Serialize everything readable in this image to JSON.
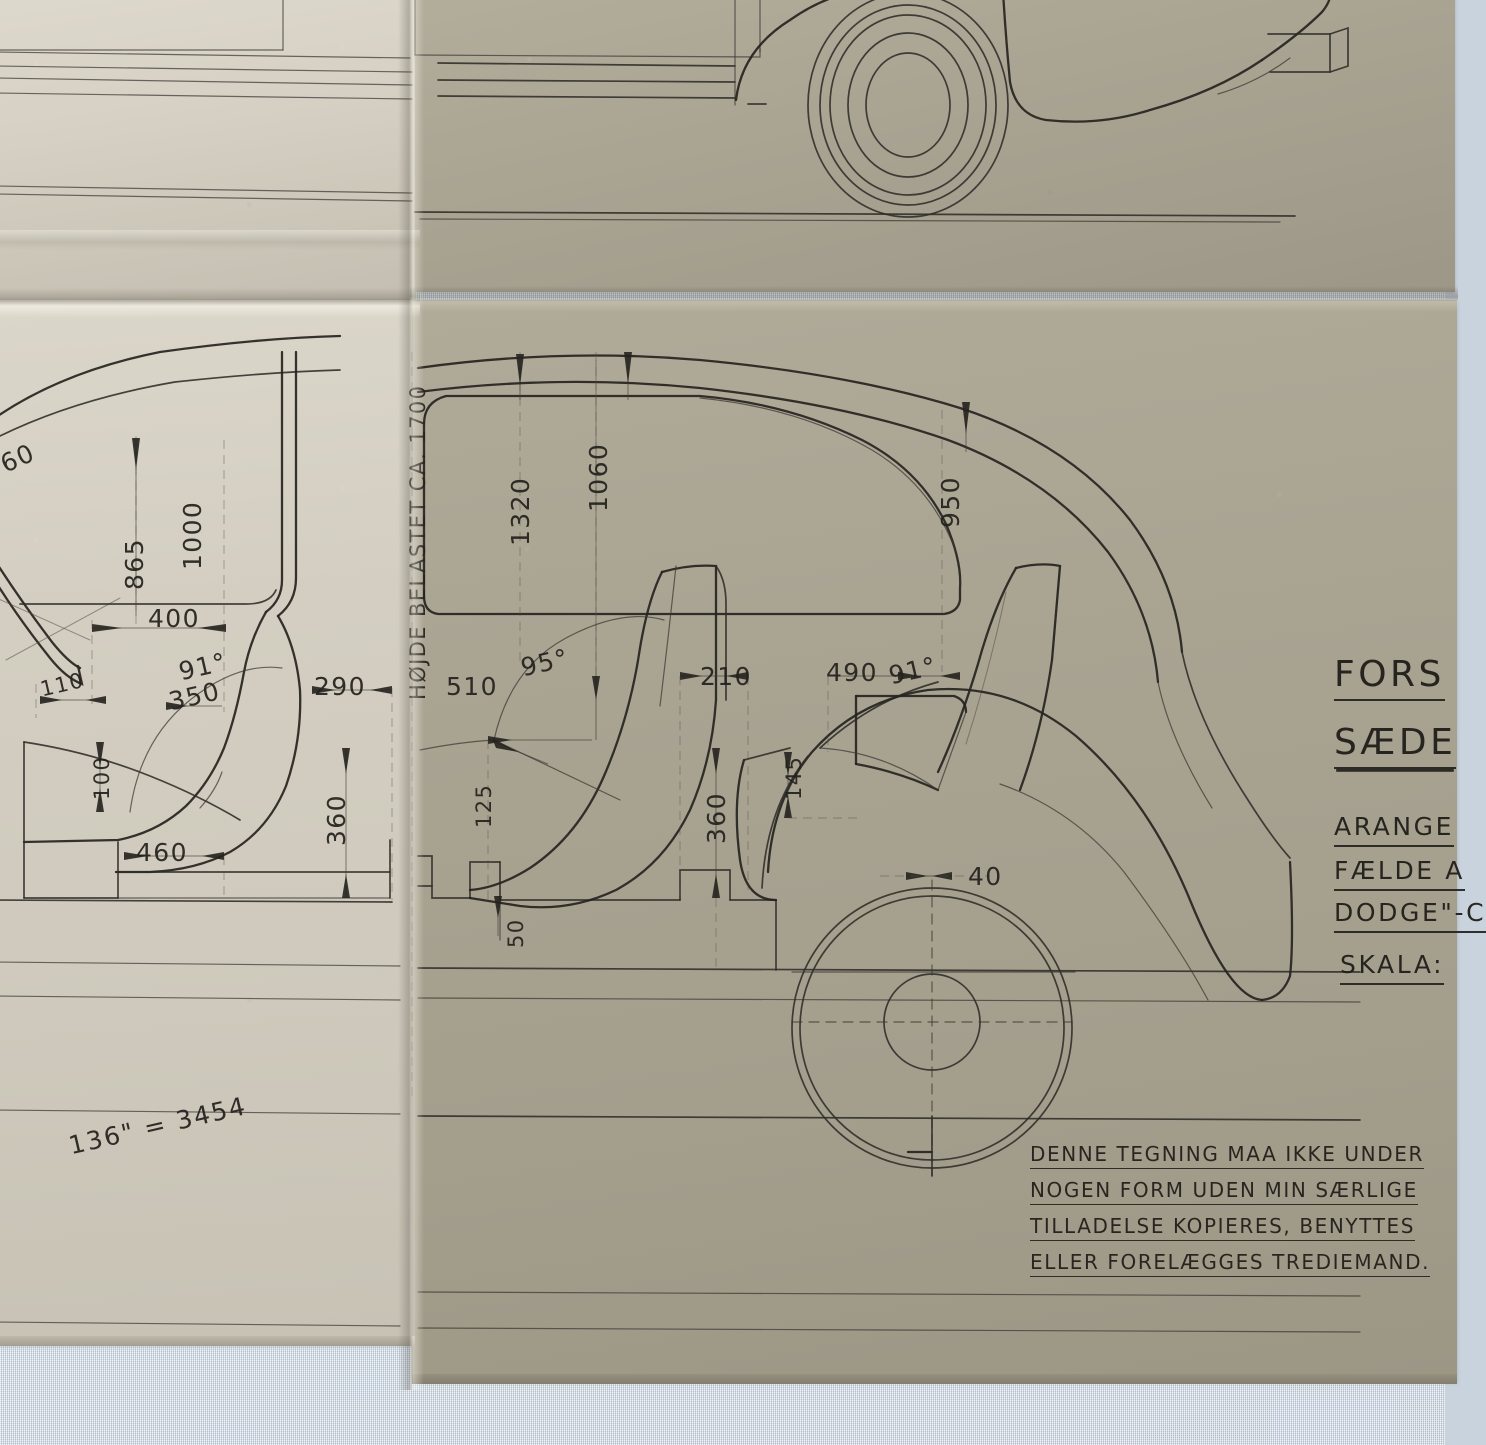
{
  "document": {
    "kind": "technical-drawing",
    "language": "Danish",
    "medium": "folded tracing paper on fabric backdrop"
  },
  "colors": {
    "fabric": "#c9d3dd",
    "paper_light": "#d6d1c4",
    "paper_tan": "#a9a392",
    "ink": "#26241f"
  },
  "title_block": {
    "line1": "FORS",
    "line2": "SÆDE",
    "line3": "ARANGE",
    "line4": "FÆLDE  A",
    "line5": "DODGE\"-C",
    "line6": "SKALA:"
  },
  "notice": {
    "line1": "DENNE TEGNING MAA IKKE UNDER",
    "line2": "NOGEN FORM UDEN MIN SÆRLIGE",
    "line3": "TILLADELSE KOPIERES, BENYTTES",
    "line4": "ELLER FORELÆGGES TREDIEMAND."
  },
  "scale_note": {
    "text": "136\" = 3454"
  },
  "vertical_note": {
    "text": "HØJDE BELASTET CA. 1700"
  },
  "dimensions": {
    "left_view": [
      {
        "id": "dim-60",
        "value": "60"
      },
      {
        "id": "dim-865",
        "value": "865"
      },
      {
        "id": "dim-1000",
        "value": "1000"
      },
      {
        "id": "dim-400",
        "value": "400"
      },
      {
        "id": "dim-91a",
        "value": "91°"
      },
      {
        "id": "dim-350",
        "value": "350"
      },
      {
        "id": "dim-110",
        "value": "110"
      },
      {
        "id": "dim-100",
        "value": "100"
      },
      {
        "id": "dim-290",
        "value": "290"
      },
      {
        "id": "dim-360a",
        "value": "360"
      },
      {
        "id": "dim-460",
        "value": "460"
      }
    ],
    "center_view": [
      {
        "id": "dim-1320",
        "value": "1320"
      },
      {
        "id": "dim-1060",
        "value": "1060"
      },
      {
        "id": "dim-95",
        "value": "95°"
      },
      {
        "id": "dim-510",
        "value": "510"
      },
      {
        "id": "dim-125",
        "value": "125"
      },
      {
        "id": "dim-210",
        "value": "210"
      },
      {
        "id": "dim-360b",
        "value": "360"
      },
      {
        "id": "dim-50",
        "value": "50"
      }
    ],
    "right_view": [
      {
        "id": "dim-950",
        "value": "950"
      },
      {
        "id": "dim-490",
        "value": "490"
      },
      {
        "id": "dim-91b",
        "value": "91°"
      },
      {
        "id": "dim-145",
        "value": "145"
      },
      {
        "id": "dim-40",
        "value": "40"
      }
    ]
  },
  "views": {
    "top": {
      "name": "car-side-elevation-upper",
      "features": [
        "rear wheel",
        "fender",
        "bumper",
        "body mouldings",
        "ground line"
      ]
    },
    "main": {
      "name": "seating-arrangement-section",
      "features": [
        "roofline",
        "window opening",
        "front seat",
        "rear seat",
        "rear wheel",
        "fender",
        "ground line"
      ]
    }
  }
}
